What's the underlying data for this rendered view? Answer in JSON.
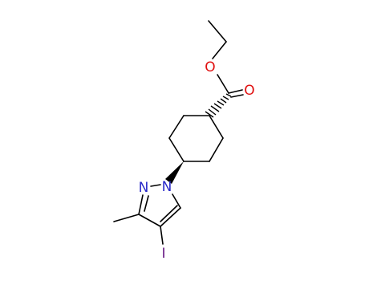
{
  "atoms": {
    "carbonyl_oxygen": {
      "symbol": "O",
      "color": "#e01010"
    },
    "ester_oxygen": {
      "symbol": "O",
      "color": "#e01010"
    },
    "pyrazole_n1": {
      "symbol": "N",
      "color": "#2a2ac9"
    },
    "pyrazole_n2": {
      "symbol": "N",
      "color": "#2a2ac9"
    },
    "iodine": {
      "symbol": "I",
      "color": "#6a1c86"
    }
  }
}
